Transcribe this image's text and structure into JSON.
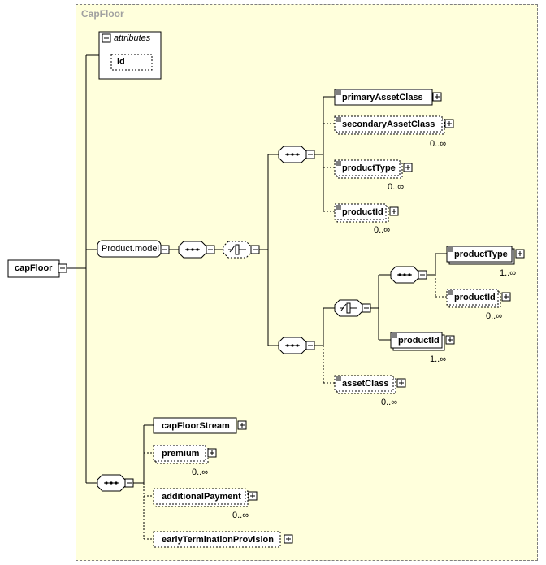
{
  "frame_title": "CapFloor",
  "root": {
    "label": "capFloor"
  },
  "attributes": {
    "label": "attributes",
    "items": [
      "id"
    ]
  },
  "group": {
    "label": "Product.model"
  },
  "elements": {
    "primaryAssetClass": "primaryAssetClass",
    "secondaryAssetClass": "secondaryAssetClass",
    "productType_a": "productType",
    "productId_a": "productId",
    "productType_b": "productType",
    "productId_b": "productId",
    "productId_c": "productId",
    "assetClass": "assetClass",
    "capFloorStream": "capFloorStream",
    "premium": "premium",
    "additionalPayment": "additionalPayment",
    "earlyTerminationProvision": "earlyTerminationProvision"
  },
  "occurrences": {
    "secondaryAssetClass": "0..∞",
    "productType_a": "0..∞",
    "productId_a": "0..∞",
    "productType_b": "1..∞",
    "productId_b": "0..∞",
    "productId_c": "1..∞",
    "assetClass": "0..∞",
    "premium": "0..∞",
    "additionalPayment": "0..∞"
  },
  "colors": {
    "background": "#ffffdc",
    "border": "#000000",
    "frame_title": "#a0a0a0"
  }
}
